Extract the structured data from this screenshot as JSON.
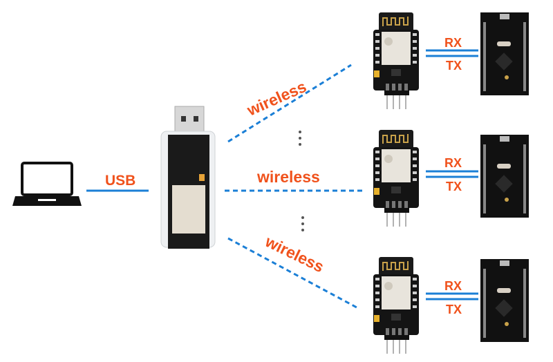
{
  "colors": {
    "label": "#f0521c",
    "line": "#1b7fd6",
    "board": "#111111"
  },
  "host": {
    "icon": "laptop-icon",
    "link_label": "USB"
  },
  "dongle": {
    "icon": "usb-dongle-icon"
  },
  "links": [
    {
      "label": "wireless"
    },
    {
      "label": "wireless"
    },
    {
      "label": "wireless"
    }
  ],
  "nodes": [
    {
      "rx_label": "RX",
      "tx_label": "TX"
    },
    {
      "rx_label": "RX",
      "tx_label": "TX"
    },
    {
      "rx_label": "RX",
      "tx_label": "TX"
    }
  ],
  "ellipsis_icon": "vertical-ellipsis-icon"
}
